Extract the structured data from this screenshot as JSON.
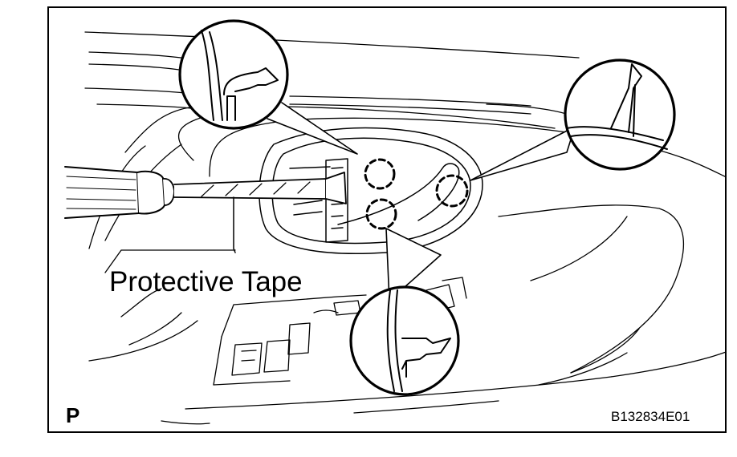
{
  "illustration": {
    "subject": "door trim armrest with inner door handle bezel; screwdriver wrapped in protective tape prying out the bezel; three clip claws shown in magnified callouts",
    "callout_count": 3,
    "callouts": [
      {
        "icon": "clip-claw-detail"
      },
      {
        "icon": "clip-claw-detail"
      },
      {
        "icon": "clip-claw-detail"
      }
    ],
    "tool_icon": "screwdriver-icon",
    "line_color": "#000000",
    "background": "#ffffff"
  },
  "labels": {
    "tape": "Protective Tape",
    "view_marker": "P",
    "figure_code": "B132834E01"
  }
}
